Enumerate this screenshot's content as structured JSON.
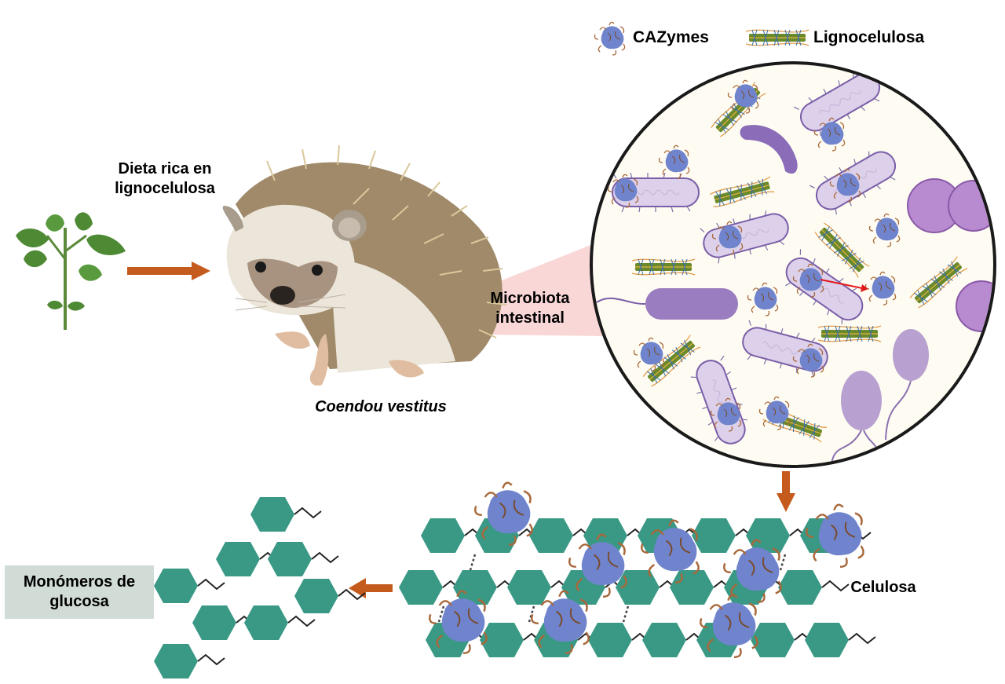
{
  "legend": {
    "items": [
      {
        "icon": "cazyme-icon",
        "label": "CAZymes"
      },
      {
        "icon": "lignocellulose-icon",
        "label": "Lignocelulosa"
      }
    ]
  },
  "labels": {
    "diet": [
      "Dieta rica en",
      "lignocelulosa"
    ],
    "species": "Coendou vestitus",
    "microbiota": [
      "Microbiota",
      "intestinal"
    ],
    "cellulose": "Celulosa",
    "monomers": [
      "Monómeros de",
      "glucosa"
    ]
  },
  "colors": {
    "arrow": "#c55a1d",
    "hexagon": "#3a9985",
    "hexagon_edge": "#2d7d6b",
    "cazyme": "#6f84cc",
    "cazyme_strand": "#a8683a",
    "lignin_green": "#6a8a2a",
    "lignin_blue": "#3a6fa8",
    "lignin_orange": "#e39b4a",
    "bacteria_light": "#dcd0ea",
    "bacteria_dark": "#9a7cc0",
    "bacteria_edge": "#7a5ea8",
    "coccus": "#b88ad0",
    "circle_bg": "#fefcf2",
    "zoom_cone": "#f7c9c9",
    "label_box": "#d2dcd6",
    "red_arrow": "#e3191c"
  }
}
